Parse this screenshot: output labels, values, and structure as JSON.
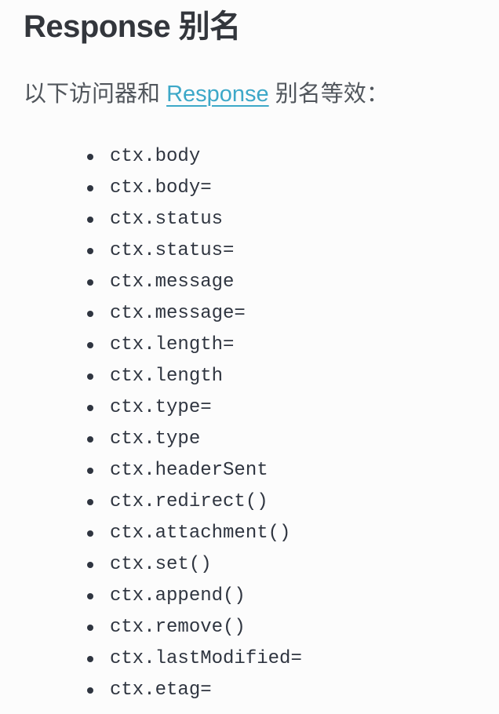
{
  "page": {
    "title": "Response 别名",
    "intro": {
      "prefix": "以下访问器和 ",
      "link_text": "Response",
      "suffix": " 别名等效："
    },
    "aliases": [
      "ctx.body",
      "ctx.body=",
      "ctx.status",
      "ctx.status=",
      "ctx.message",
      "ctx.message=",
      "ctx.length=",
      "ctx.length",
      "ctx.type=",
      "ctx.type",
      "ctx.headerSent",
      "ctx.redirect()",
      "ctx.attachment()",
      "ctx.set()",
      "ctx.append()",
      "ctx.remove()",
      "ctx.lastModified=",
      "ctx.etag="
    ]
  },
  "colors": {
    "background": "#fcfcfc",
    "heading": "#33363c",
    "text": "#51565c",
    "code": "#2f3540",
    "link": "#3da8c8"
  }
}
